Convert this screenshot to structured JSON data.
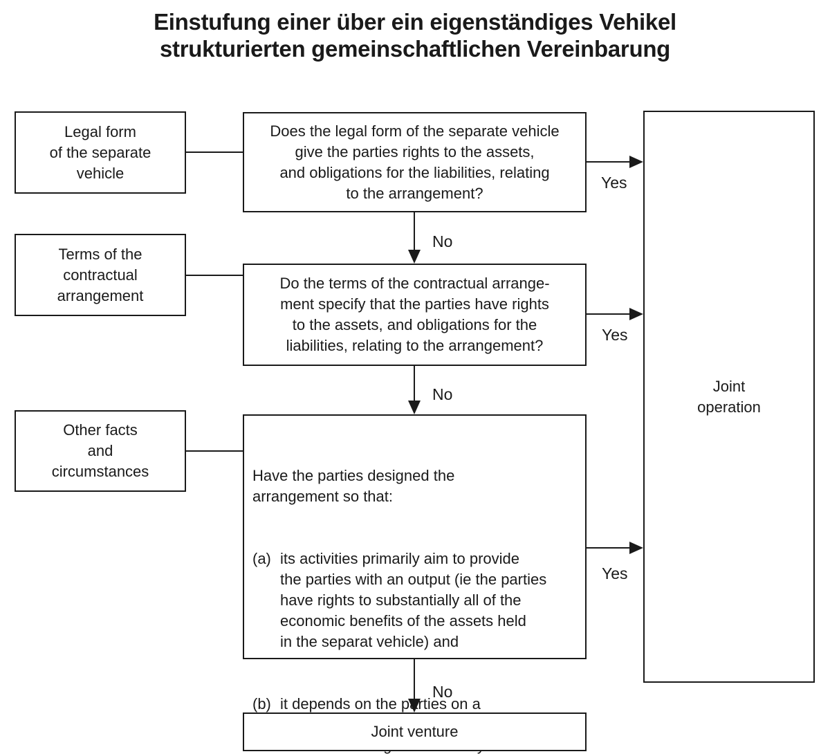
{
  "title": "Einstufung einer über ein eigenständiges Vehikel\nstrukturierten gemeinschaftlichen Vereinbarung",
  "colors": {
    "text": "#1a1a1a",
    "line": "#1a1a1a",
    "background": "#ffffff"
  },
  "flowchart": {
    "inputs": [
      {
        "label": "Legal form\nof the separate\nvehicle"
      },
      {
        "label": "Terms of the\ncontractual\narrangement"
      },
      {
        "label": "Other facts\nand\ncircumstances"
      }
    ],
    "questions": {
      "q1": "Does the legal form of the separate vehicle\ngive the parties rights to the assets,\nand obligations for the liabilities, relating\nto the arrangement?",
      "q2": "Do the terms of the contractual arrange-\nment specify that the parties have rights\nto the assets, and obligations for the\nliabilities, relating to the arrangement?",
      "q3_intro": "Have the parties designed the\narrangement so that:",
      "q3_item_a_marker": "(a)",
      "q3_item_a": "its activities primarily aim to provide\nthe parties with an output (ie the parties\nhave rights to substantially all of the\neconomic benefits of the assets held\nin the separat vehicle) and",
      "q3_item_b_marker": "(b)",
      "q3_item_b": "it depends on the parties on a\ncontinous basis for setting the\nliabilities relating to the activity\nconducted through the arrangement?"
    },
    "outcomes": {
      "joint_operation": "Joint\noperation",
      "joint_venture": "Joint venture"
    },
    "edge_labels": {
      "yes1": "Yes",
      "yes2": "Yes",
      "yes3": "Yes",
      "no1": "No",
      "no2": "No",
      "no3": "No"
    }
  }
}
